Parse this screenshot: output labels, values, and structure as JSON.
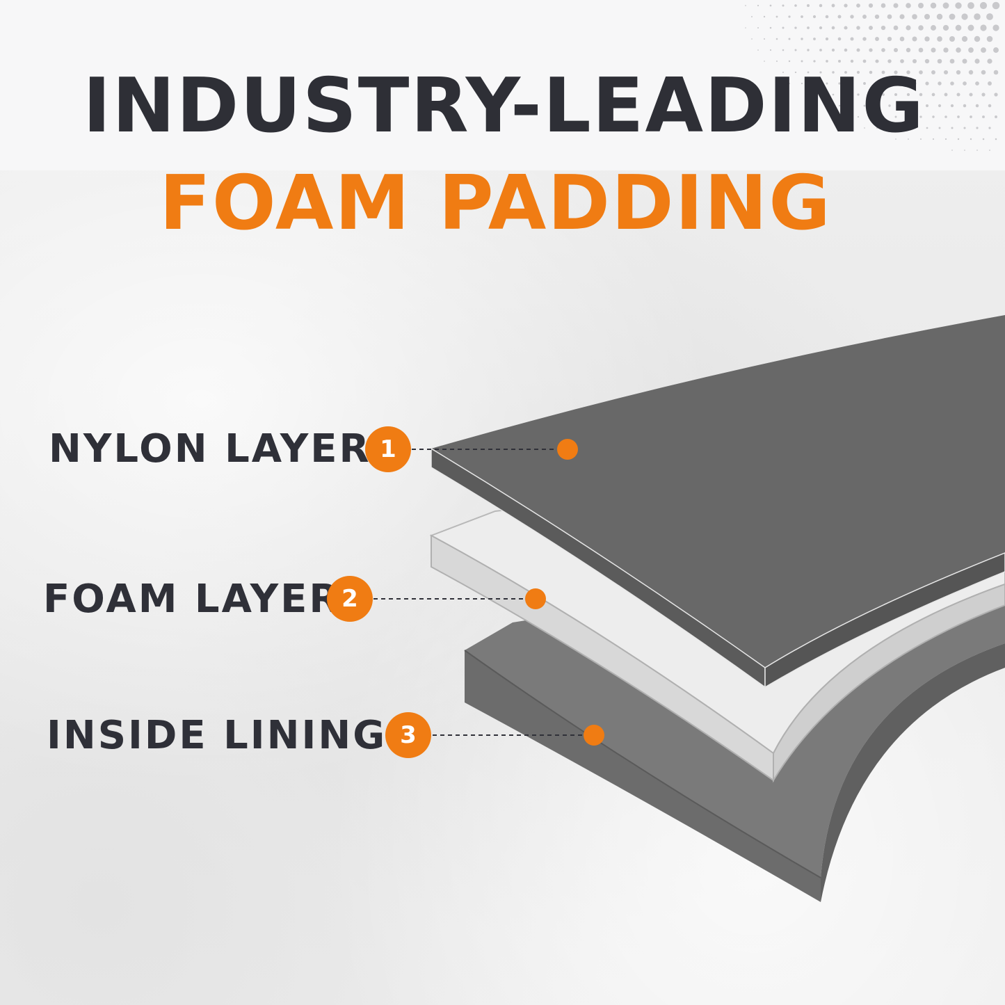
{
  "title": {
    "line1": "INDUSTRY-LEADING",
    "line2": "FOAM PADDING"
  },
  "layers": [
    {
      "number": "1",
      "label": "NYLON LAYER"
    },
    {
      "number": "2",
      "label": "FOAM LAYER"
    },
    {
      "number": "3",
      "label": "INSIDE LINING"
    }
  ],
  "colors": {
    "accent": "#f07c13",
    "title_dark": "#2e2f36",
    "nylon_layer": "#686868",
    "foam_layer": "#e3e3e3",
    "inside_lining": "#7a7a7a"
  }
}
